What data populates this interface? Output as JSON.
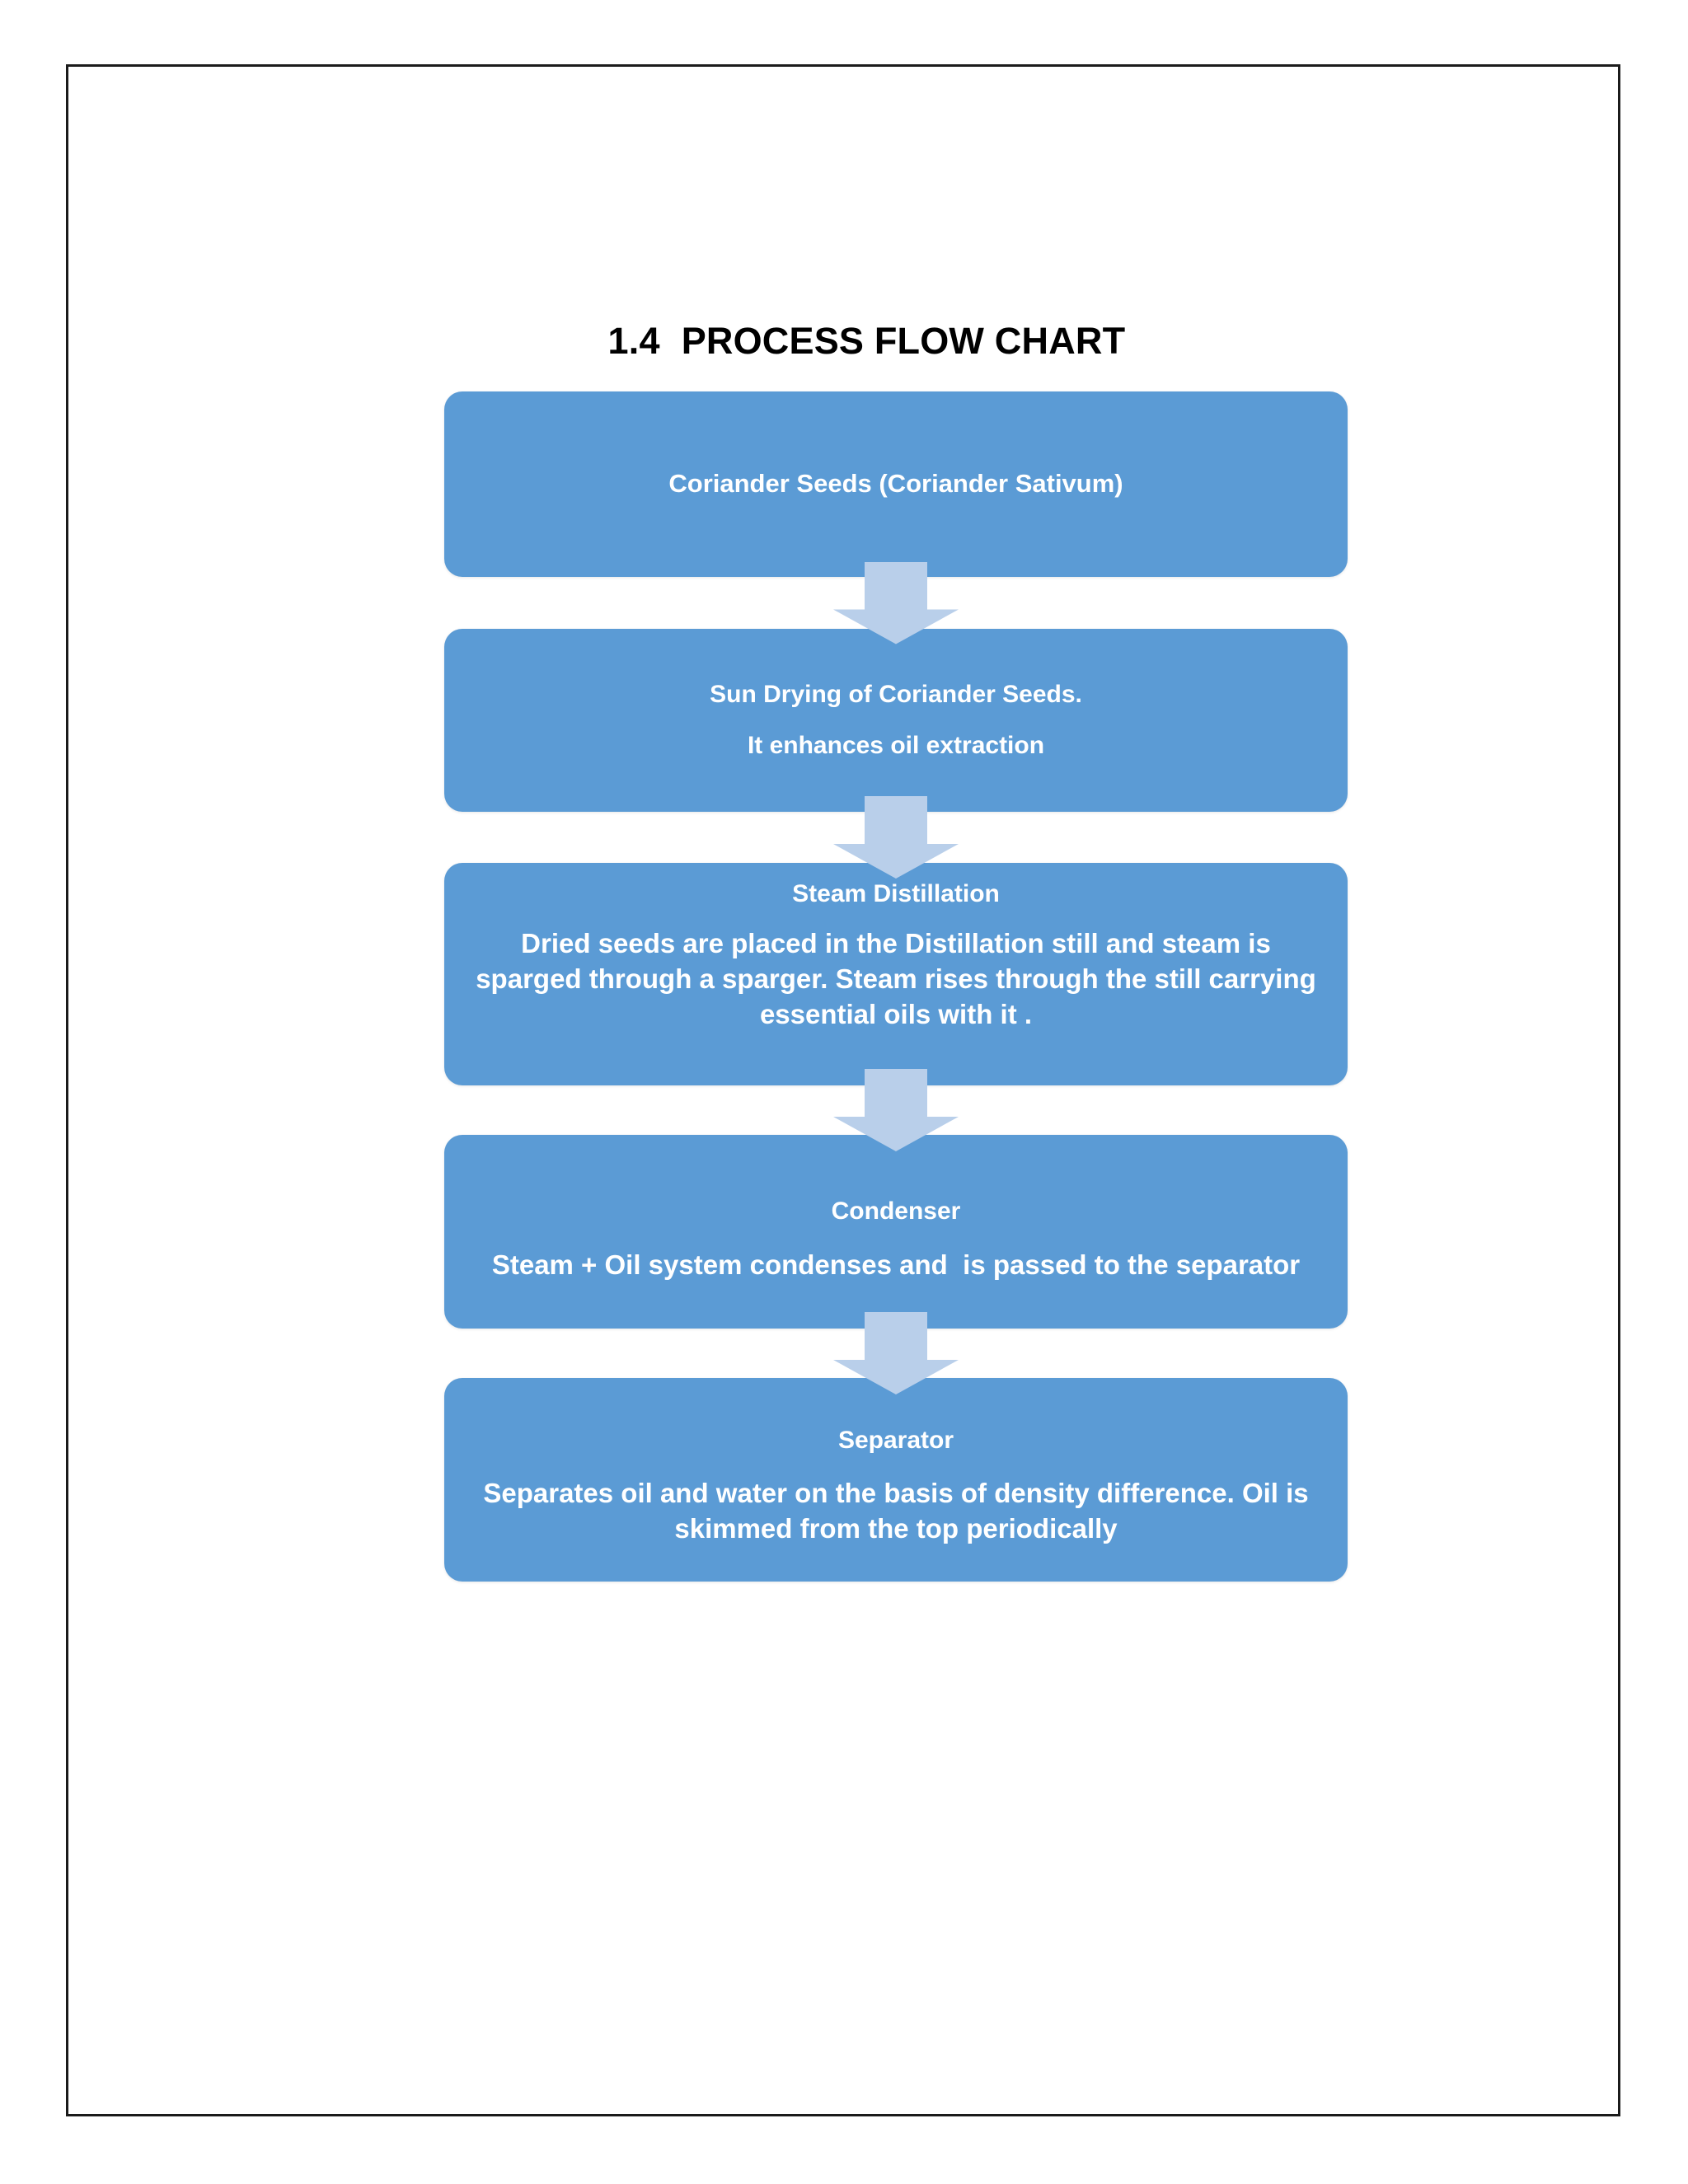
{
  "document": {
    "border_color": "#1b1b1b",
    "background": "#ffffff"
  },
  "title": {
    "number": "1.4",
    "text": "PROCESS FLOW CHART",
    "full": "1.4   PROCESS FLOW CHART"
  },
  "palette": {
    "node_fill": "#5B9BD5",
    "node_text": "#ffffff",
    "arrow_fill": "#B9CFEA",
    "title_text": "#000000"
  },
  "chart_data": {
    "type": "flowchart",
    "title": "1.4   PROCESS FLOW CHART",
    "orientation": "vertical-top-to-bottom",
    "connector": "down-arrow",
    "node_count": 5,
    "nodes": [
      {
        "id": "coriander-seeds",
        "heading": "Coriander Seeds (Coriander Sativum)",
        "body": ""
      },
      {
        "id": "sun-drying",
        "heading": "Sun Drying of Coriander Seeds.",
        "body": "It enhances oil extraction"
      },
      {
        "id": "steam-distillation",
        "heading": "Steam Distillation",
        "body": "Dried seeds are placed in the Distillation still and steam is sparged through a sparger. Steam rises through the still carrying essential oils with it ."
      },
      {
        "id": "condenser",
        "heading": "Condenser",
        "body": "Steam + Oil system condenses and  is passed to the separator"
      },
      {
        "id": "separator",
        "heading": "Separator",
        "body": "Separates oil and water on the basis of density difference. Oil is skimmed from the top periodically"
      }
    ],
    "edges": [
      {
        "from": "coriander-seeds",
        "to": "sun-drying"
      },
      {
        "from": "sun-drying",
        "to": "steam-distillation"
      },
      {
        "from": "steam-distillation",
        "to": "condenser"
      },
      {
        "from": "condenser",
        "to": "separator"
      }
    ]
  }
}
